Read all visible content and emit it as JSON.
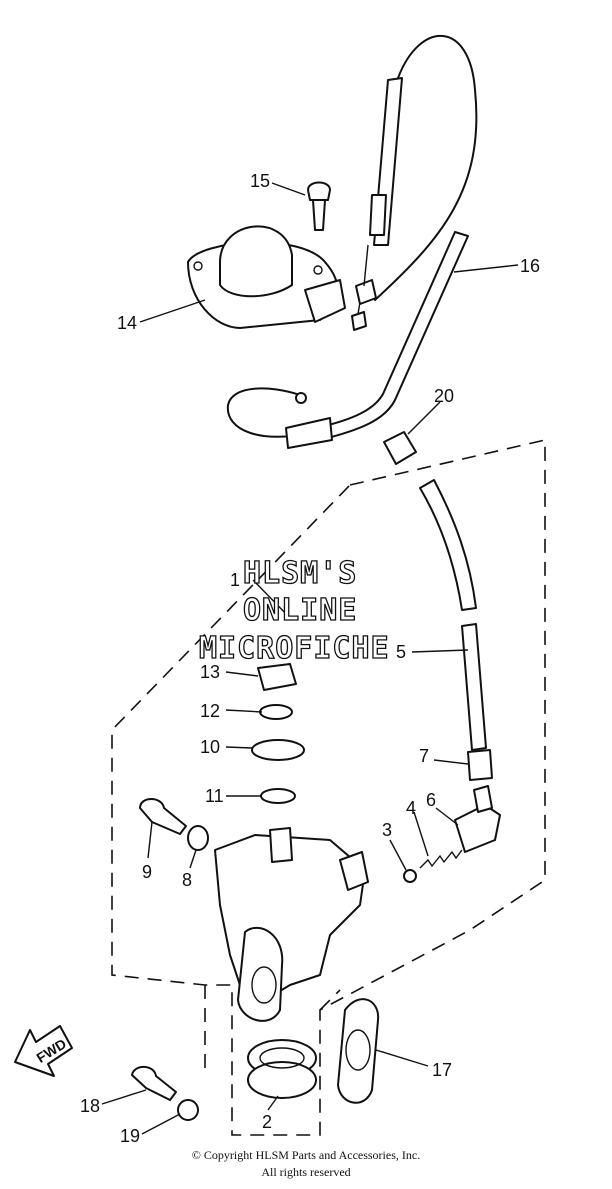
{
  "labels": {
    "p1": "1",
    "p2": "2",
    "p3": "3",
    "p4": "4",
    "p5": "5",
    "p6": "6",
    "p7": "7",
    "p8": "8",
    "p9": "9",
    "p10": "10",
    "p11": "11",
    "p12": "12",
    "p13": "13",
    "p14": "14",
    "p15": "15",
    "p16": "16",
    "p17": "17",
    "p18": "18",
    "p19": "19",
    "p20": "20"
  },
  "watermark": {
    "line1": "HLSM'S",
    "line2": "ONLINE",
    "line3": "MICROFICHE"
  },
  "fwd_arrow": "FWD",
  "copyright": {
    "line1": "© Copyright HLSM Parts and Accessories, Inc.",
    "line2": "All rights reserved"
  }
}
